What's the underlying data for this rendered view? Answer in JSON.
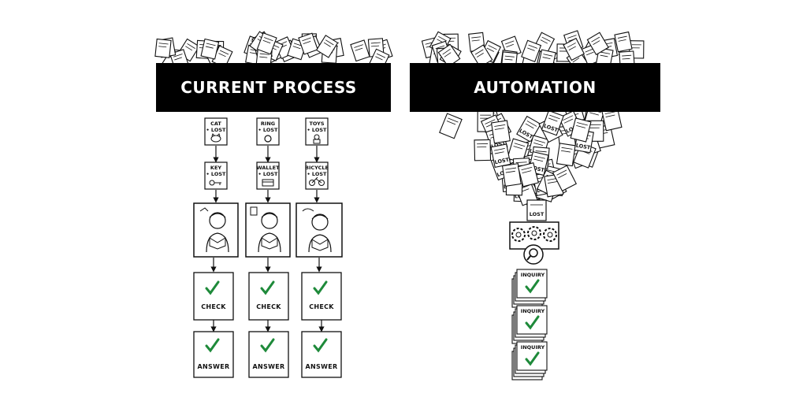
{
  "left_panel": {
    "title": "CURRENT PROCESS",
    "columns": [
      {
        "tag1": {
          "line1": "CAT",
          "line2": "• LOST"
        },
        "tag2": {
          "line1": "KEY",
          "line2": "• LOST"
        },
        "check_label": "CHECK",
        "answer_label": "ANSWER"
      },
      {
        "tag1": {
          "line1": "RING",
          "line2": "• LOST"
        },
        "tag2": {
          "line1": "WALLET",
          "line2": "• LOST"
        },
        "check_label": "CHECK",
        "answer_label": "ANSWER"
      },
      {
        "tag1": {
          "line1": "TOYS",
          "line2": "• LOST"
        },
        "tag2": {
          "line1": "BICYCLE",
          "line2": "• LOST"
        },
        "check_label": "CHECK",
        "answer_label": "ANSWER"
      }
    ]
  },
  "right_panel": {
    "title": "AUTOMATION",
    "funnel_tag": "LOST",
    "output_label": "INQUIRY",
    "funnel_papers": [
      {
        "lost": "LOST"
      },
      {
        "lost": "LOST"
      },
      {
        "lost": "LOST"
      },
      {
        "lost": "LOST"
      },
      {
        "lost": "LOST"
      }
    ]
  },
  "colors": {
    "banner": "#000000",
    "check": "#1e8a3a",
    "ink": "#111111",
    "paper": "#ffffff"
  },
  "icons": [
    "paper-stack-icon",
    "cat-icon",
    "ring-icon",
    "toy-icon",
    "key-icon",
    "wallet-icon",
    "bicycle-icon",
    "person-reading-icon",
    "checkmark-icon",
    "gear-icon",
    "magnifier-icon"
  ]
}
